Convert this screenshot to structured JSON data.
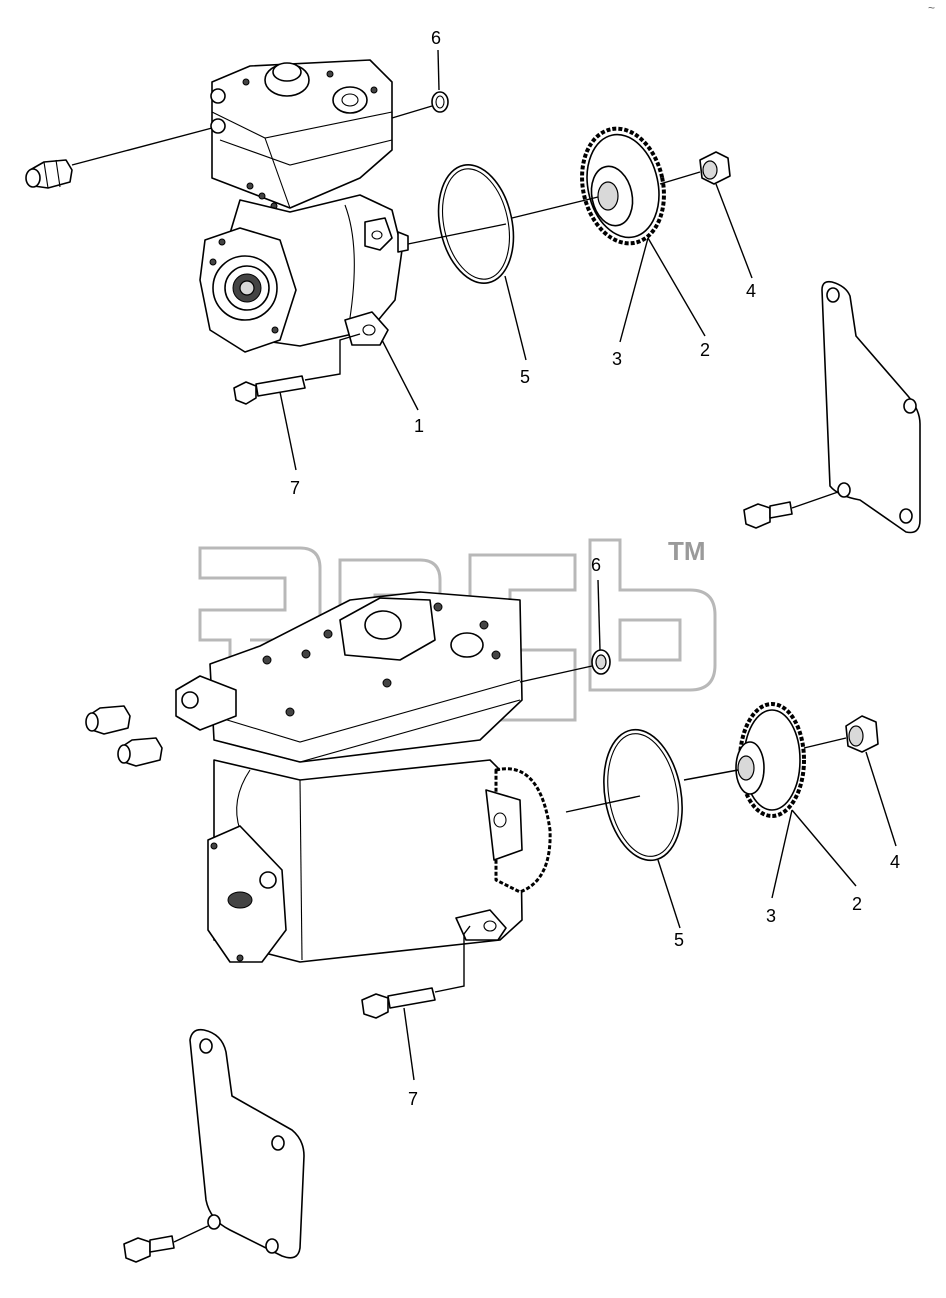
{
  "watermark": {
    "tm": "TM"
  },
  "callouts": {
    "upper": {
      "c1": "1",
      "c2": "2",
      "c3": "3",
      "c4": "4",
      "c5": "5",
      "c6": "6",
      "c7": "7"
    },
    "lower": {
      "c2": "2",
      "c3": "3",
      "c4": "4",
      "c5": "5",
      "c6": "6",
      "c7": "7"
    }
  },
  "corner_mark": "~"
}
